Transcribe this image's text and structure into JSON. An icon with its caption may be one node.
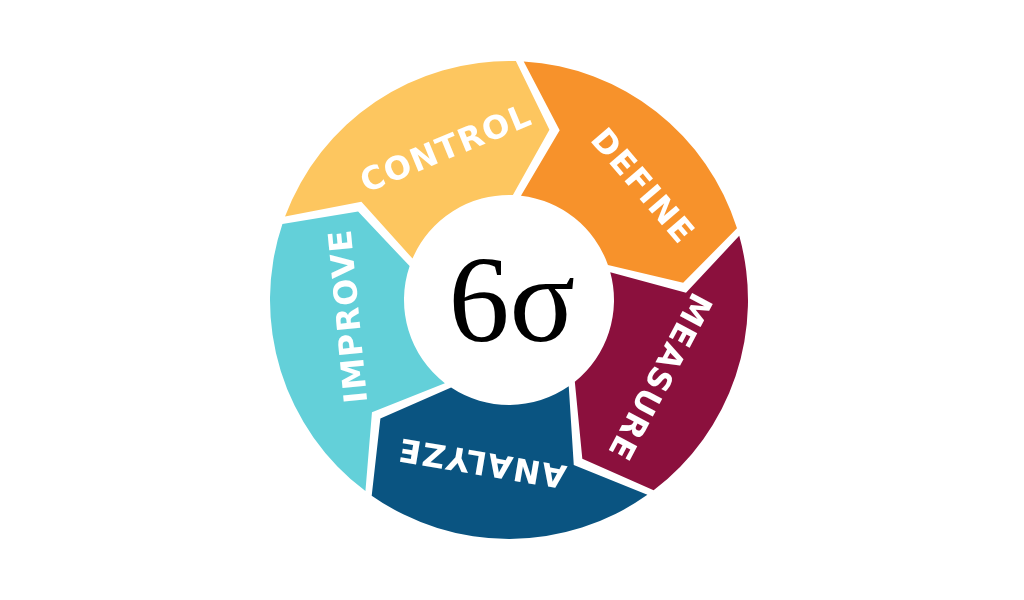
{
  "diagram": {
    "nodes": [
      {
        "text": [
          "DEFINE"
        ]
      },
      {
        "text": [
          "MEASURE"
        ]
      },
      {
        "text": [
          "ANALYZE"
        ]
      },
      {
        "text": [
          "IMPROVE"
        ]
      },
      {
        "text": [
          "CONTROL"
        ]
      }
    ],
    "labels": [
      "6σ"
    ]
  }
}
